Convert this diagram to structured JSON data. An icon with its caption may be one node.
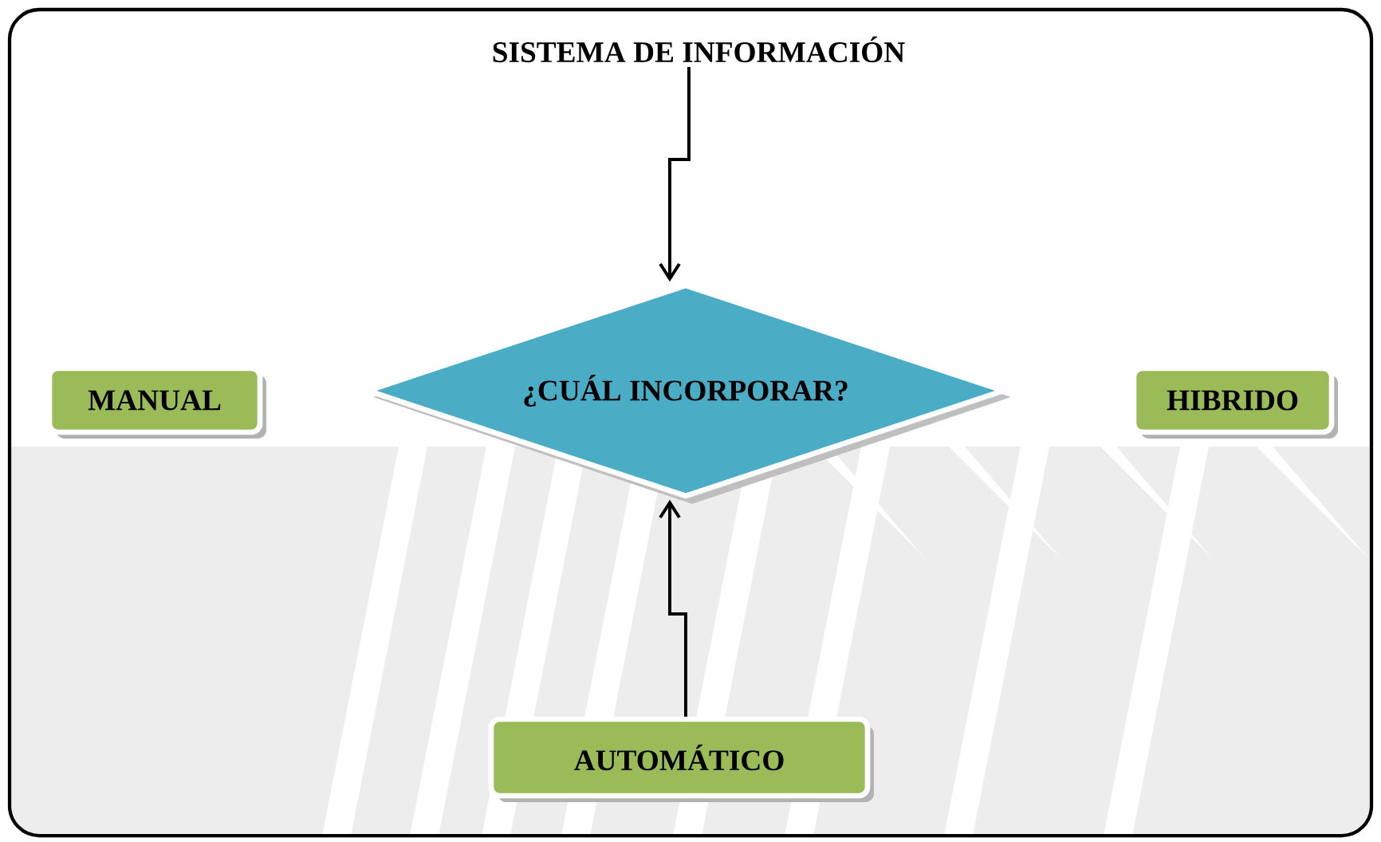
{
  "diagram": {
    "nodes": [
      {
        "text": [
          "SISTEMA DE INFORMACIÓN"
        ]
      },
      {
        "text": [
          "MANUAL"
        ]
      },
      {
        "text": [
          "¿CUÁL INCORPORAR?"
        ]
      },
      {
        "text": [
          "HIBRIDO"
        ]
      },
      {
        "text": [
          "AUTOMÁTICO"
        ]
      }
    ],
    "edges": [
      {
        "from": 0,
        "to": 2,
        "arrow": "to"
      },
      {
        "from": 4,
        "to": 2,
        "arrow": "to"
      }
    ]
  }
}
